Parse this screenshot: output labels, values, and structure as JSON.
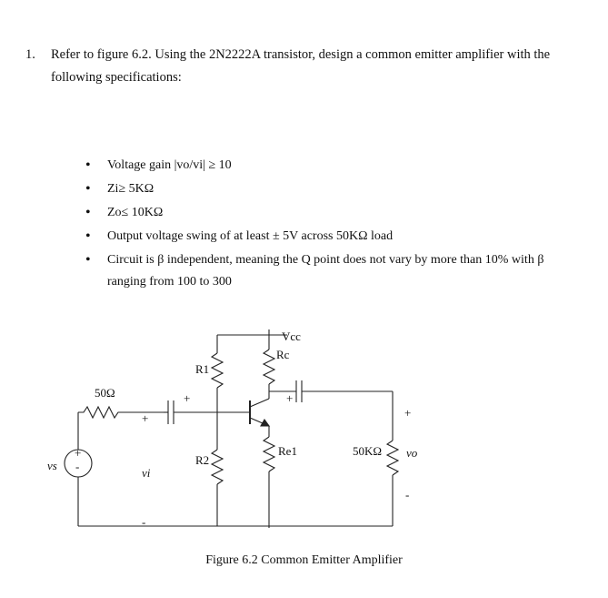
{
  "question": {
    "number": "1.",
    "text": "Refer to figure 6.2. Using the 2N2222A transistor, design a common emitter amplifier with the following specifications:"
  },
  "specs": [
    "Voltage gain |vo/vi| ≥ 10",
    "Zi≥ 5KΩ",
    "Zo≤ 10KΩ",
    "Output voltage swing of at least ± 5V across 50KΩ load",
    "Circuit is β independent, meaning the Q point does not vary by more than 10% with β ranging from 100 to 300"
  ],
  "circuit": {
    "vcc": "Vcc",
    "r1": "R1",
    "r2": "R2",
    "rc": "Rc",
    "re": "Re1",
    "rs": "50Ω",
    "rl": "50KΩ",
    "vs": "vs",
    "vi": "vi",
    "vo": "vo",
    "plus": "+",
    "minus": "-"
  },
  "caption": "Figure 6.2 Common Emitter Amplifier"
}
